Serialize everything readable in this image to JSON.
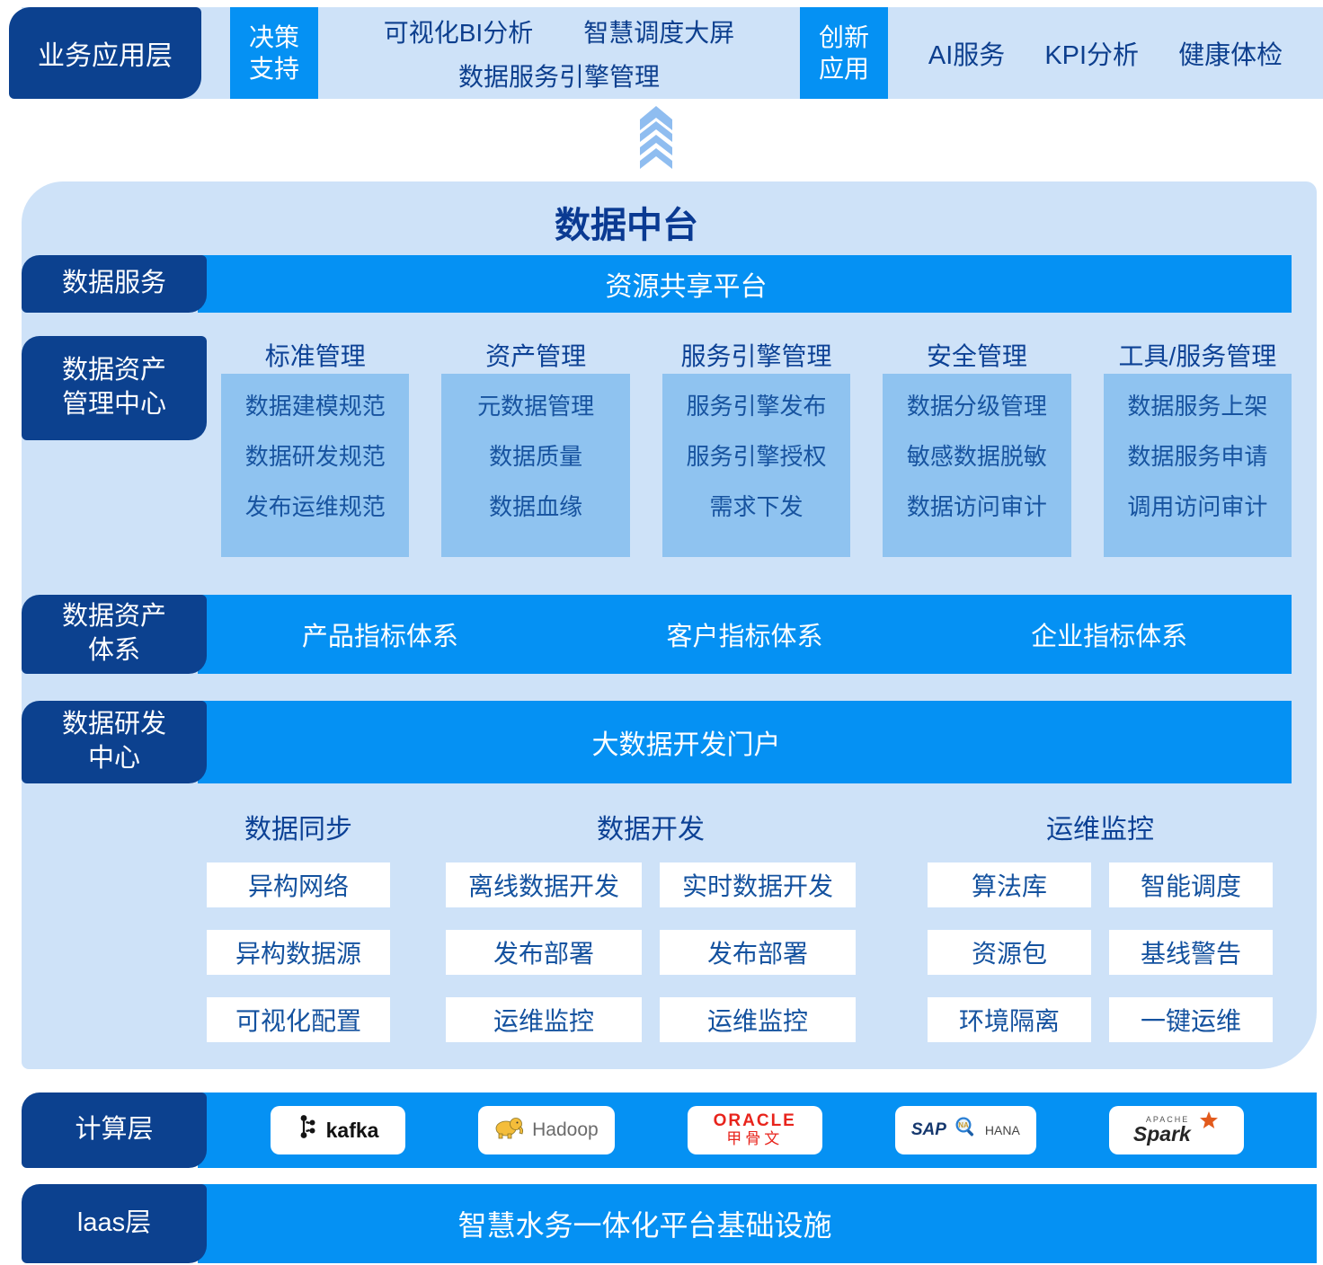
{
  "colors": {
    "dark_blue": "#0c418f",
    "bright_blue": "#0591f3",
    "panel_light_blue": "#cee2f8",
    "sub_box_blue": "#8fc3f0",
    "heading_text_blue": "#0c4195",
    "oracle_red": "#e8241c",
    "spark_orange": "#e25a1c",
    "hadoop_yellow": "#f4bd3a"
  },
  "business_layer": {
    "label": "业务应用层",
    "decision": {
      "tag": [
        "决策",
        "支持"
      ],
      "row1": [
        "可视化BI分析",
        "智慧调度大屏"
      ],
      "row2": "数据服务引擎管理"
    },
    "innovation": {
      "tag": [
        "创新",
        "应用"
      ],
      "items": [
        "AI服务",
        "KPI分析",
        "健康体检"
      ]
    }
  },
  "platform": {
    "title": "数据中台",
    "data_service": {
      "label": "数据服务",
      "bar": "资源共享平台"
    },
    "asset_center": {
      "label": [
        "数据资产",
        "管理中心"
      ],
      "columns": [
        {
          "header": "标准管理",
          "items": [
            "数据建模规范",
            "数据研发规范",
            "发布运维规范"
          ]
        },
        {
          "header": "资产管理",
          "items": [
            "元数据管理",
            "数据质量",
            "数据血缘"
          ]
        },
        {
          "header": "服务引擎管理",
          "items": [
            "服务引擎发布",
            "服务引擎授权",
            "需求下发"
          ]
        },
        {
          "header": "安全管理",
          "items": [
            "数据分级管理",
            "敏感数据脱敏",
            "数据访问审计"
          ]
        },
        {
          "header": "工具/服务管理",
          "items": [
            "数据服务上架",
            "数据服务申请",
            "调用访问审计"
          ]
        }
      ]
    },
    "asset_system": {
      "label": [
        "数据资产",
        "体系"
      ],
      "items": [
        "产品指标体系",
        "客户指标体系",
        "企业指标体系"
      ]
    },
    "dev_center": {
      "label": [
        "数据研发",
        "中心"
      ],
      "bar": "大数据开发门户"
    },
    "dev_groups": [
      {
        "header": "数据同步",
        "cols": [
          [
            "异构网络",
            "异构数据源",
            "可视化配置"
          ]
        ]
      },
      {
        "header": "数据开发",
        "cols": [
          [
            "离线数据开发",
            "发布部署",
            "运维监控"
          ],
          [
            "实时数据开发",
            "发布部署",
            "运维监控"
          ]
        ]
      },
      {
        "header": "运维监控",
        "cols": [
          [
            "算法库",
            "资源包",
            "环境隔离"
          ],
          [
            "智能调度",
            "基线警告",
            "一键运维"
          ]
        ]
      }
    ]
  },
  "compute_layer": {
    "label": "计算层",
    "logos": {
      "kafka": "kafka",
      "hadoop": "Hadoop",
      "oracle": [
        "ORACLE",
        "甲骨文"
      ],
      "sap": [
        "SAP",
        "NA",
        "HANA"
      ],
      "spark": [
        "APACHE",
        "Spark"
      ]
    }
  },
  "iaas_layer": {
    "label": "laas层",
    "bar": "智慧水务一体化平台基础设施"
  }
}
